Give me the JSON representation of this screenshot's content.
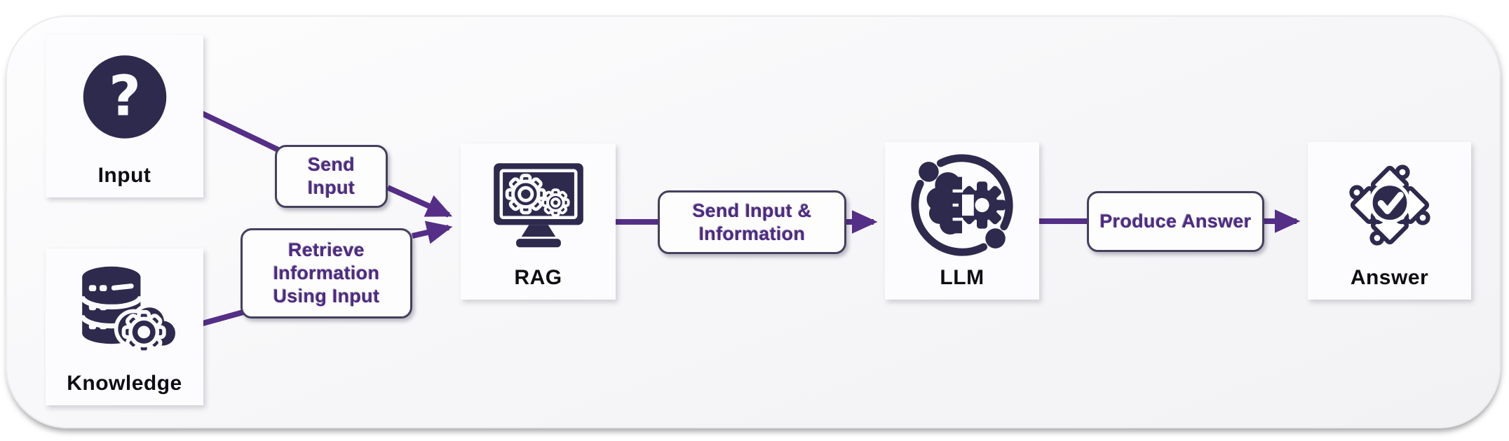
{
  "diagram": {
    "title": "RAG flow diagram",
    "nodes": [
      {
        "id": "input",
        "label": "Input",
        "icon": "question-mark-icon"
      },
      {
        "id": "knowledge",
        "label": "Knowledge",
        "icon": "database-gear-icon"
      },
      {
        "id": "rag",
        "label": "RAG",
        "icon": "monitor-gears-icon"
      },
      {
        "id": "llm",
        "label": "LLM",
        "icon": "brain-gear-icon"
      },
      {
        "id": "answer",
        "label": "Answer",
        "icon": "puzzle-check-icon"
      }
    ],
    "edges": [
      {
        "from": "input",
        "to": "rag",
        "label": "Send Input"
      },
      {
        "from": "knowledge",
        "to": "rag",
        "label": "Retrieve Information Using Input"
      },
      {
        "from": "rag",
        "to": "llm",
        "label": "Send Input & Information"
      },
      {
        "from": "llm",
        "to": "answer",
        "label": "Produce Answer"
      }
    ],
    "colors": {
      "icon_dark": "#2e2a4e",
      "arrow_purple": "#552e87",
      "pill_text": "#4e2a84",
      "pill_border": "#44405e",
      "node_label": "#0d0d12",
      "card_background": "#fcfcfe",
      "canvas_background": "#f5f5f7"
    }
  }
}
